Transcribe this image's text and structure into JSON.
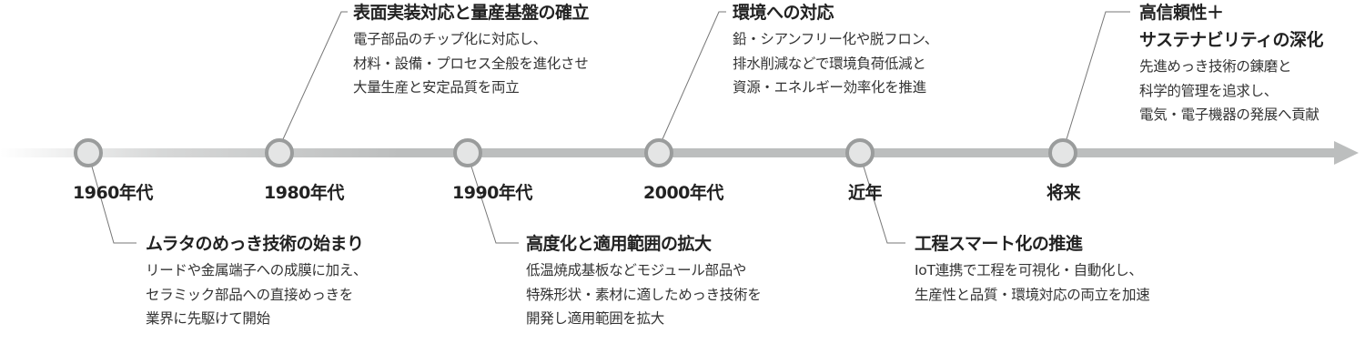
{
  "colors": {
    "line": "#bcbebe",
    "node_border": "#9a9c9c",
    "node_fill": "#e4e5e5",
    "leader": "#777777"
  },
  "periods": [
    "1960年代",
    "1980年代",
    "1990年代",
    "2000年代",
    "近年",
    "将来"
  ],
  "events": [
    {
      "title": "ムラタのめっき技術の始まり",
      "lines": [
        "リードや金属端子への成膜に加え、",
        "セラミック部品への直接めっきを",
        "業界に先駆けて開始"
      ]
    },
    {
      "title": "表面実装対応と量産基盤の確立",
      "lines": [
        "電子部品のチップ化に対応し、",
        "材料・設備・プロセス全般を進化させ",
        "大量生産と安定品質を両立"
      ]
    },
    {
      "title": "高度化と適用範囲の拡大",
      "lines": [
        "低温焼成基板などモジュール部品や",
        "特殊形状・素材に適しためっき技術を",
        "開発し適用範囲を拡大"
      ]
    },
    {
      "title": "環境への対応",
      "lines": [
        "鉛・シアンフリー化や脱フロン、",
        "排水削減などで環境負荷低減と",
        "資源・エネルギー効率化を推進"
      ]
    },
    {
      "title": "工程スマート化の推進",
      "lines": [
        "IoT連携で工程を可視化・自動化し、",
        "生産性と品質・環境対応の両立を加速"
      ]
    },
    {
      "title_lines": [
        "高信頼性＋",
        "サステナビリティの深化"
      ],
      "lines": [
        "先進めっき技術の錬磨と",
        "科学的管理を追求し、",
        "電気・電子機器の発展へ貢献"
      ]
    }
  ]
}
